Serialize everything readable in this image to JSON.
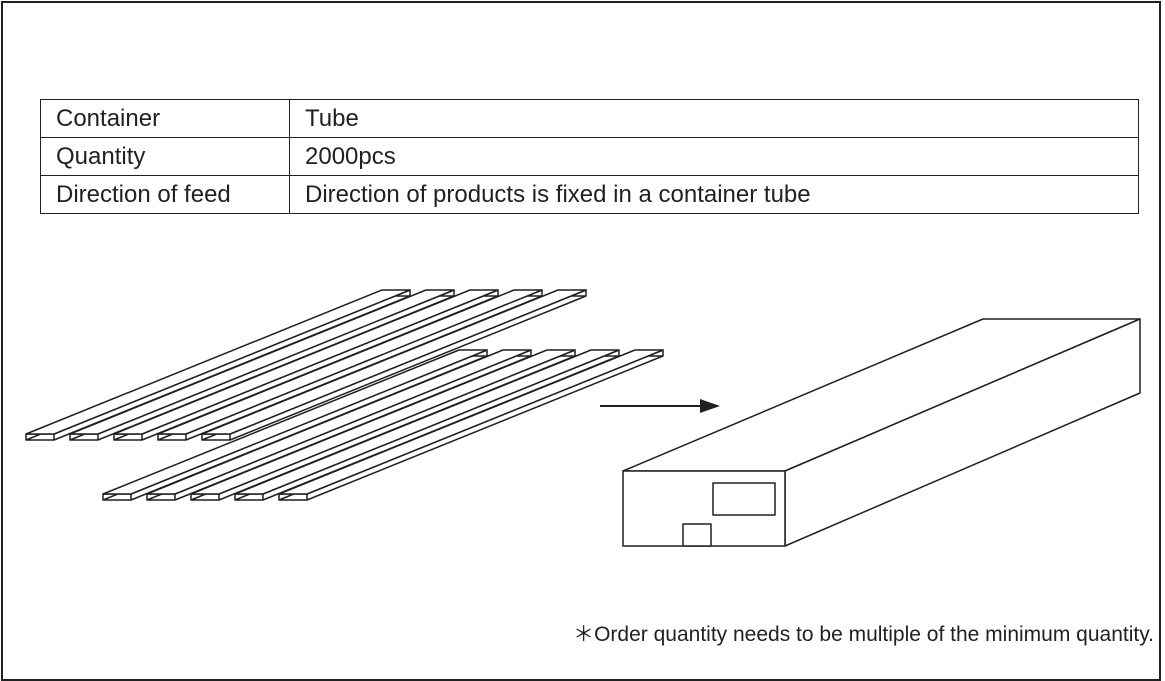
{
  "spec_table": {
    "rows": [
      {
        "label": "Container",
        "value": "Tube"
      },
      {
        "label": "Quantity",
        "value": "2000pcs"
      },
      {
        "label": "Direction of feed",
        "value": "Direction of products is fixed in a container tube"
      }
    ]
  },
  "footnote": "＊Order quantity needs to be multiple of the minimum quantity.",
  "colors": {
    "line": "#231f20",
    "background": "#ffffff"
  }
}
